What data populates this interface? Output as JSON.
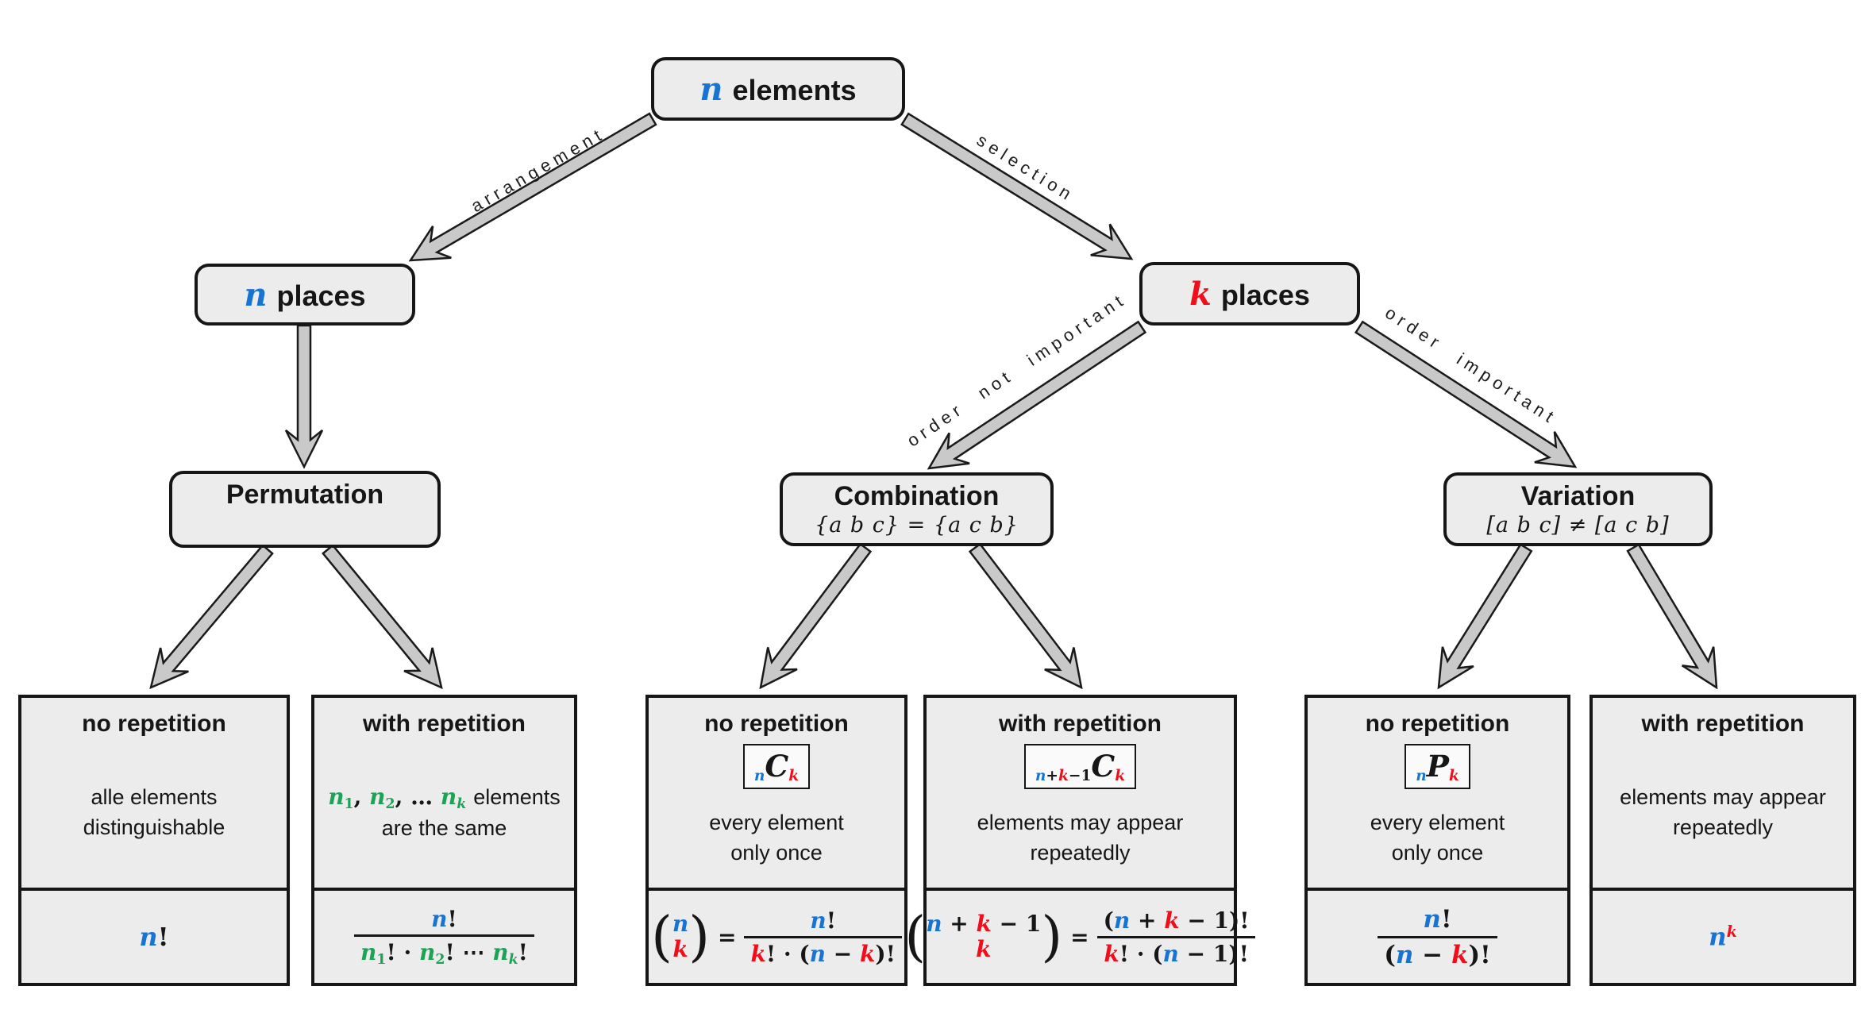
{
  "colors": {
    "math_blue": "#1874d2",
    "math_red": "#f20d1a",
    "math_green": "#1da355",
    "box_fill": "#ececec",
    "arrow_fill": "#c9c9c9"
  },
  "edges": {
    "arrangement": "arrangement",
    "selection": "selection",
    "order_not_important": "order not important",
    "order_important": "order important"
  },
  "nodes": {
    "elements": {
      "math": "n",
      "label": "elements"
    },
    "n_places": {
      "math": "n",
      "label": "places"
    },
    "k_places": {
      "math": "k",
      "label": "places"
    },
    "permutation": {
      "title": "Permutation",
      "subtitle": ""
    },
    "combination": {
      "title": "Combination",
      "subtitle": "{a b c} = {a c b}"
    },
    "variation": {
      "title": "Variation",
      "subtitle": "[a b c] ≠ [a c b]"
    }
  },
  "cards": [
    {
      "header": "no repetition",
      "body": [
        "alle elements",
        "distinguishable"
      ],
      "formula": [
        {
          "t": "n",
          "c": "blue"
        },
        {
          "t": "!",
          "up": true
        }
      ]
    },
    {
      "header": "with repetition",
      "body_math": [
        {
          "t": "n",
          "c": "green"
        },
        {
          "t": "1",
          "c": "green",
          "sub": true,
          "up": true
        },
        {
          "t": ", ",
          "up": true
        },
        {
          "t": "n",
          "c": "green"
        },
        {
          "t": "2",
          "c": "green",
          "sub": true,
          "up": true
        },
        {
          "t": ", ",
          "up": true
        },
        {
          "t": "… ",
          "up": true
        },
        {
          "t": "n",
          "c": "green"
        },
        {
          "t": "k",
          "c": "green",
          "sub": true
        }
      ],
      "body_text": "elements",
      "body": [
        "",
        "are the same"
      ],
      "frac_num": [
        {
          "t": "n",
          "c": "blue"
        },
        {
          "t": "!",
          "up": true
        }
      ],
      "frac_den": [
        {
          "t": "n",
          "c": "green"
        },
        {
          "t": "1",
          "c": "green",
          "sub": true,
          "up": true
        },
        {
          "t": "!",
          "up": true
        },
        {
          "t": " · ",
          "up": true
        },
        {
          "t": "n",
          "c": "green"
        },
        {
          "t": "2",
          "c": "green",
          "sub": true,
          "up": true
        },
        {
          "t": "!",
          "up": true
        },
        {
          "t": " ⋯ ",
          "up": true
        },
        {
          "t": "n",
          "c": "green"
        },
        {
          "t": "k",
          "c": "green",
          "sub": true
        },
        {
          "t": "!",
          "up": true
        }
      ]
    },
    {
      "header": "no repetition",
      "symbol": [
        {
          "t": "n",
          "c": "blue",
          "sub": true
        },
        {
          "t": "C",
          "big": true
        },
        {
          "t": "k",
          "c": "red",
          "sub": true
        }
      ],
      "body": [
        "every element",
        "only once"
      ],
      "binom_top": [
        {
          "t": "n",
          "c": "blue"
        }
      ],
      "binom_bottom": [
        {
          "t": "k",
          "c": "red"
        }
      ],
      "frac_num": [
        {
          "t": "n",
          "c": "blue"
        },
        {
          "t": "!",
          "up": true
        }
      ],
      "frac_den": [
        {
          "t": "k",
          "c": "red"
        },
        {
          "t": "! · (",
          "up": true
        },
        {
          "t": "n",
          "c": "blue"
        },
        {
          "t": " − ",
          "up": true
        },
        {
          "t": "k",
          "c": "red"
        },
        {
          "t": ")!",
          "up": true
        }
      ]
    },
    {
      "header": "with repetition",
      "symbol": [
        {
          "t": "n",
          "c": "blue",
          "sub": true
        },
        {
          "t": "+",
          "up": true,
          "sub": true
        },
        {
          "t": "k",
          "c": "red",
          "sub": true
        },
        {
          "t": "−",
          "up": true,
          "sub": true
        },
        {
          "t": "1",
          "up": true,
          "sub": true
        },
        {
          "t": "C",
          "big": true
        },
        {
          "t": "k",
          "c": "red",
          "sub": true
        }
      ],
      "body": [
        "elements may appear",
        "repeatedly"
      ],
      "binom_top": [
        {
          "t": "n",
          "c": "blue"
        },
        {
          "t": " + ",
          "up": true
        },
        {
          "t": "k",
          "c": "red"
        },
        {
          "t": " − ",
          "up": true
        },
        {
          "t": "1",
          "up": true
        }
      ],
      "binom_bottom": [
        {
          "t": "k",
          "c": "red"
        }
      ],
      "frac_num": [
        {
          "t": "(",
          "up": true
        },
        {
          "t": "n",
          "c": "blue"
        },
        {
          "t": " + ",
          "up": true
        },
        {
          "t": "k",
          "c": "red"
        },
        {
          "t": " − ",
          "up": true
        },
        {
          "t": "1",
          "up": true
        },
        {
          "t": ")!",
          "up": true
        }
      ],
      "frac_den": [
        {
          "t": "k",
          "c": "red"
        },
        {
          "t": "! · (",
          "up": true
        },
        {
          "t": "n",
          "c": "blue"
        },
        {
          "t": " − ",
          "up": true
        },
        {
          "t": "1",
          "up": true
        },
        {
          "t": ")!",
          "up": true
        }
      ]
    },
    {
      "header": "no repetition",
      "symbol": [
        {
          "t": "n",
          "c": "blue",
          "sub": true
        },
        {
          "t": "P",
          "big": true
        },
        {
          "t": "k",
          "c": "red",
          "sub": true
        }
      ],
      "body": [
        "every element",
        "only once"
      ],
      "frac_num": [
        {
          "t": "n",
          "c": "blue"
        },
        {
          "t": "!",
          "up": true
        }
      ],
      "frac_den": [
        {
          "t": "(",
          "up": true
        },
        {
          "t": "n",
          "c": "blue"
        },
        {
          "t": " − ",
          "up": true
        },
        {
          "t": "k",
          "c": "red"
        },
        {
          "t": ")!",
          "up": true
        }
      ]
    },
    {
      "header": "with repetition",
      "body": [
        "elements may appear",
        "repeatedly"
      ],
      "formula": [
        {
          "t": "n",
          "c": "blue"
        },
        {
          "t": "k",
          "c": "red",
          "sup": true
        }
      ]
    }
  ]
}
